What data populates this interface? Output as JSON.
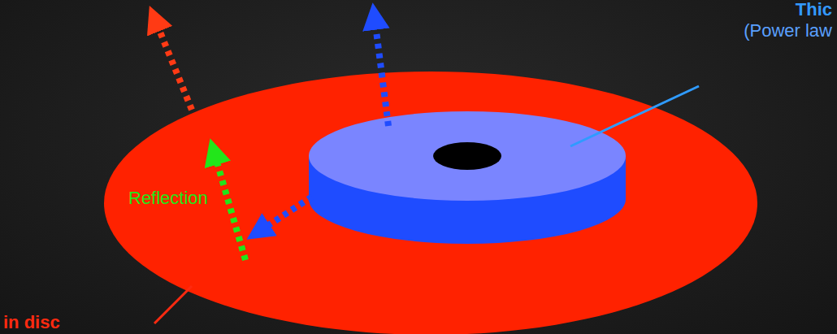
{
  "diagram": {
    "labels": [
      "Thic",
      "(Power law",
      "Reflection",
      "in disc"
    ]
  }
}
